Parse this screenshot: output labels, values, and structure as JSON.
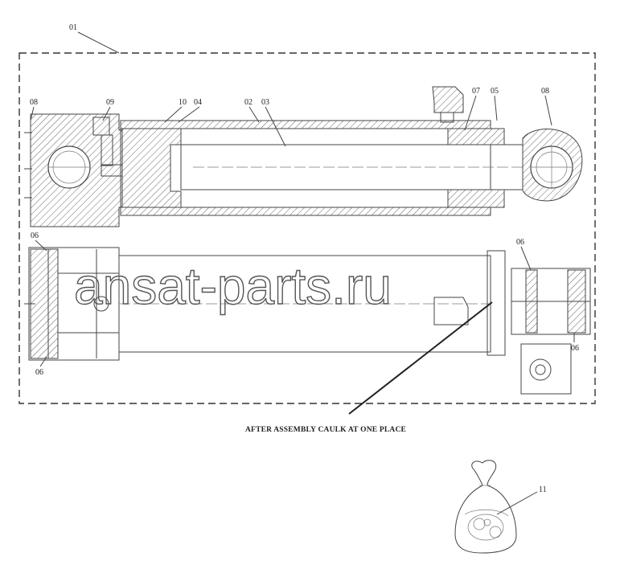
{
  "labels": {
    "assembly": "01",
    "tube": "02",
    "rod": "03",
    "packing": "04",
    "wiper": "05",
    "bushing_top": "06",
    "bushing_left": "06",
    "bushing_right_top": "06",
    "bushing_right_bottom": "06",
    "seal": "07",
    "head_end_left": "08",
    "rod_end_right": "08",
    "fitting": "09",
    "ring": "10",
    "kit": "11"
  },
  "note": "AFTER ASSEMBLY CAULK AT ONE PLACE",
  "watermark": "ansat-parts.ru"
}
